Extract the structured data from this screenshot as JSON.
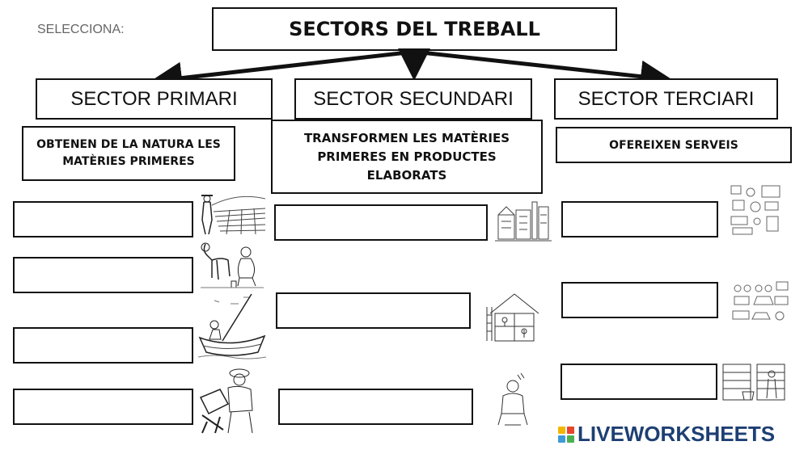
{
  "instruction": "SELECCIONA:",
  "title": "SECTORS DEL TREBALL",
  "sectors": [
    {
      "label": "SECTOR PRIMARI",
      "description": "OBTENEN DE LA NATURA LES MATÈRIES PRIMERES"
    },
    {
      "label": "SECTOR SECUNDARI",
      "description": "TRANSFORMEN LES MATÈRIES PRIMERES EN PRODUCTES ELABORATS"
    },
    {
      "label": "SECTOR TERCIARI",
      "description": "OFEREIXEN SERVEIS"
    }
  ],
  "pictures": {
    "primari": [
      "farmer-field-icon",
      "milking-cow-icon",
      "fisherman-boat-icon",
      "miner-icon"
    ],
    "secundari": [
      "factory-icon",
      "construction-house-icon",
      "artisan-icon"
    ],
    "terciari": [
      "services-collage-icon",
      "transport-vehicles-icon",
      "supermarket-icon"
    ]
  },
  "brand": {
    "name": "LIVEWORKSHEETS",
    "colors": [
      "#f2b705",
      "#e8452c",
      "#3f9ad6",
      "#4caf50"
    ],
    "text_color": "#1d3f73"
  }
}
